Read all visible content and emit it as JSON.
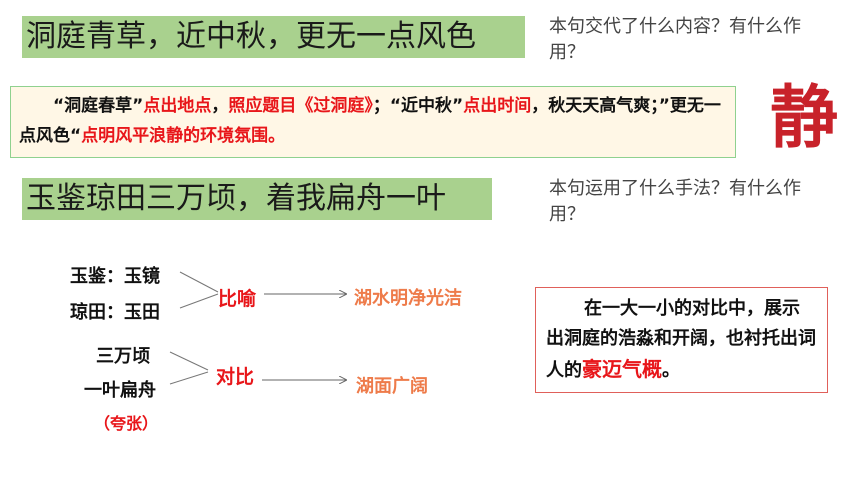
{
  "title1": "洞庭青草，近中秋，更无一点风色",
  "question1": "本句交代了什么内容？有什么作用？",
  "explanation": {
    "p1": "“洞庭春草”",
    "p2": "点出地点",
    "p3": "，",
    "p4": "照应题目《过洞庭》",
    "p5": "；“近中秋”",
    "p6": "点出时间",
    "p7": "，秋天天高气爽；”更无一点风色“",
    "p8": "点明风平浪静的环境氛围。"
  },
  "big_char": "静",
  "title2": "玉鉴琼田三万顷，着我扁舟一叶",
  "question2": "本句运用了什么手法？有什么作用？",
  "analysis": {
    "item1": "玉鉴：玉镜",
    "item2": "琼田：玉田",
    "technique1": "比喻",
    "result1": "湖水明净光洁",
    "item3": "三万顷",
    "item4": "一叶扁舟",
    "technique2": "对比",
    "result2": "湖面广阔",
    "note": "（夸张）"
  },
  "summary": {
    "s1": "在一大一小的对比中，展示出洞庭的浩淼和开阔，也衬托出词人的",
    "s2": "豪迈气概",
    "s3": "。"
  }
}
